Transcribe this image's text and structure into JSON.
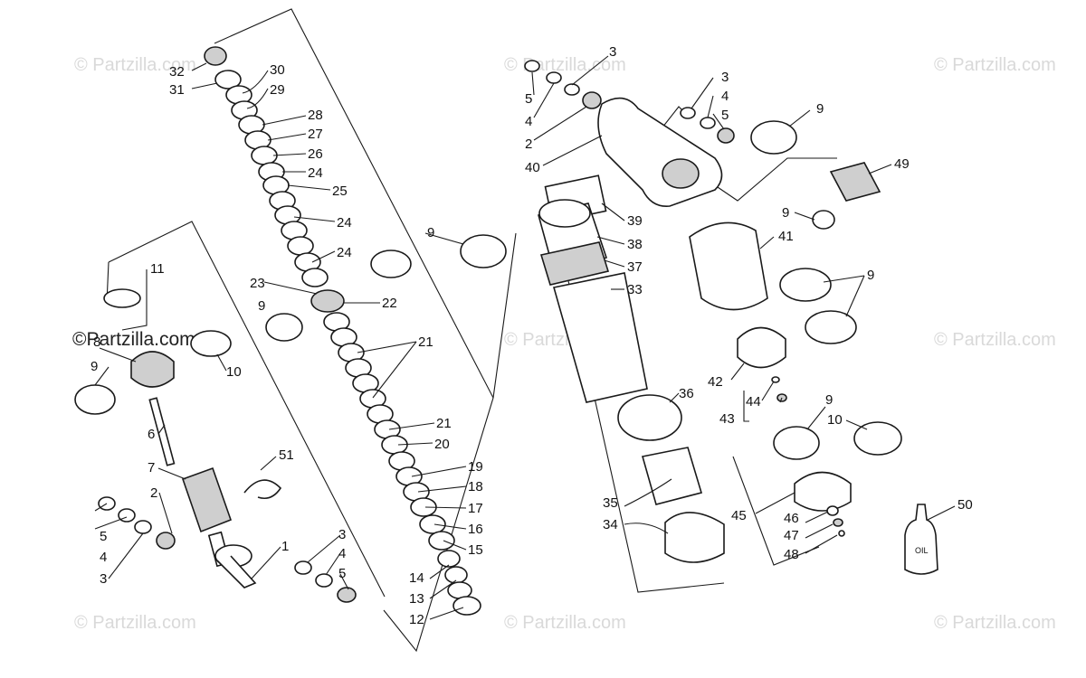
{
  "watermark": {
    "text": "© Partzilla.com",
    "main_text": "©Partzilla.com"
  },
  "callouts": [
    {
      "id": "c32",
      "label": "32"
    },
    {
      "id": "c31",
      "label": "31"
    },
    {
      "id": "c30",
      "label": "30"
    },
    {
      "id": "c29",
      "label": "29"
    },
    {
      "id": "c28",
      "label": "28"
    },
    {
      "id": "c27",
      "label": "27"
    },
    {
      "id": "c26",
      "label": "26"
    },
    {
      "id": "c24a",
      "label": "24"
    },
    {
      "id": "c25",
      "label": "25"
    },
    {
      "id": "c24b",
      "label": "24"
    },
    {
      "id": "c24c",
      "label": "24"
    },
    {
      "id": "c23",
      "label": "23"
    },
    {
      "id": "c22",
      "label": "22"
    },
    {
      "id": "c9a",
      "label": "9"
    },
    {
      "id": "c21a",
      "label": "21"
    },
    {
      "id": "c21b",
      "label": "21"
    },
    {
      "id": "c20",
      "label": "20"
    },
    {
      "id": "c19",
      "label": "19"
    },
    {
      "id": "c18",
      "label": "18"
    },
    {
      "id": "c17",
      "label": "17"
    },
    {
      "id": "c16",
      "label": "16"
    },
    {
      "id": "c15",
      "label": "15"
    },
    {
      "id": "c14",
      "label": "14"
    },
    {
      "id": "c13",
      "label": "13"
    },
    {
      "id": "c12",
      "label": "12"
    },
    {
      "id": "c11",
      "label": "11"
    },
    {
      "id": "c8",
      "label": "8"
    },
    {
      "id": "c9b",
      "label": "9"
    },
    {
      "id": "c10a",
      "label": "10"
    },
    {
      "id": "c6",
      "label": "6"
    },
    {
      "id": "c7",
      "label": "7"
    },
    {
      "id": "c51",
      "label": "51"
    },
    {
      "id": "c2a",
      "label": "2"
    },
    {
      "id": "c5a",
      "label": "5"
    },
    {
      "id": "c4a",
      "label": "4"
    },
    {
      "id": "c3a",
      "label": "3"
    },
    {
      "id": "c1",
      "label": "1"
    },
    {
      "id": "c3b",
      "label": "3"
    },
    {
      "id": "c4b",
      "label": "4"
    },
    {
      "id": "c5b",
      "label": "5"
    },
    {
      "id": "c9c",
      "label": "9"
    },
    {
      "id": "c3c",
      "label": "3"
    },
    {
      "id": "c5c",
      "label": "5"
    },
    {
      "id": "c4c",
      "label": "4"
    },
    {
      "id": "c2b",
      "label": "2"
    },
    {
      "id": "c40",
      "label": "40"
    },
    {
      "id": "c3d",
      "label": "3"
    },
    {
      "id": "c4d",
      "label": "4"
    },
    {
      "id": "c5d",
      "label": "5"
    },
    {
      "id": "c9d",
      "label": "9"
    },
    {
      "id": "c49",
      "label": "49"
    },
    {
      "id": "c39",
      "label": "39"
    },
    {
      "id": "c38",
      "label": "38"
    },
    {
      "id": "c37",
      "label": "37"
    },
    {
      "id": "c33",
      "label": "33"
    },
    {
      "id": "c9e",
      "label": "9"
    },
    {
      "id": "c41",
      "label": "41"
    },
    {
      "id": "c9f",
      "label": "9"
    },
    {
      "id": "c42",
      "label": "42"
    },
    {
      "id": "c44",
      "label": "44"
    },
    {
      "id": "c43",
      "label": "43"
    },
    {
      "id": "c36",
      "label": "36"
    },
    {
      "id": "c9g",
      "label": "9"
    },
    {
      "id": "c10b",
      "label": "10"
    },
    {
      "id": "c35",
      "label": "35"
    },
    {
      "id": "c34",
      "label": "34"
    },
    {
      "id": "c45",
      "label": "45"
    },
    {
      "id": "c46",
      "label": "46"
    },
    {
      "id": "c47",
      "label": "47"
    },
    {
      "id": "c48",
      "label": "48"
    },
    {
      "id": "c50",
      "label": "50"
    }
  ],
  "bottle": {
    "label": "OIL"
  }
}
